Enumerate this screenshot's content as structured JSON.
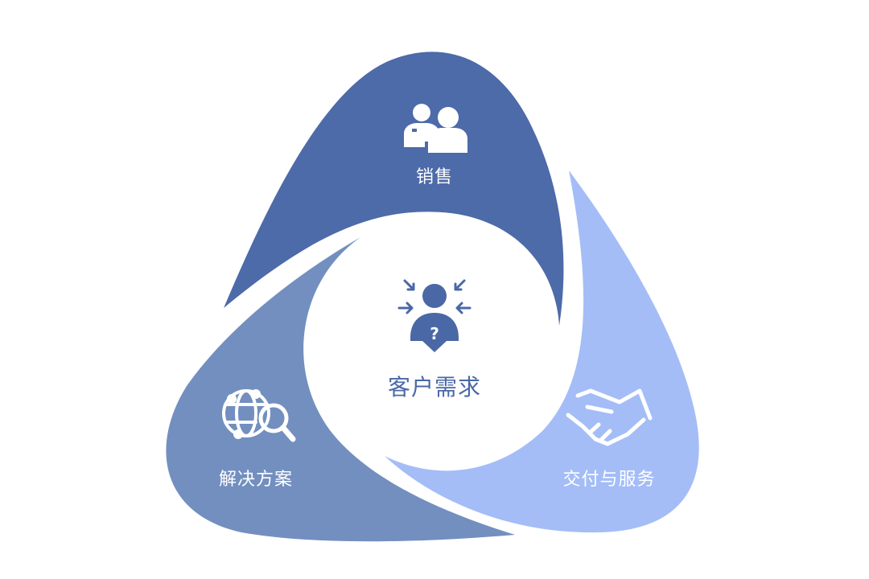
{
  "diagram": {
    "center": {
      "label": "客户需求",
      "icon": "customer-question-icon",
      "color": "#4a68a6"
    },
    "segments": [
      {
        "id": "sales",
        "label": "销售",
        "icon": "users-icon",
        "color": "#4d6aa9"
      },
      {
        "id": "delivery",
        "label": "交付与服务",
        "icon": "handshake-icon",
        "color": "#a4bdf7"
      },
      {
        "id": "solution",
        "label": "解决方案",
        "icon": "globe-search-icon",
        "color": "#728fbf"
      }
    ]
  }
}
